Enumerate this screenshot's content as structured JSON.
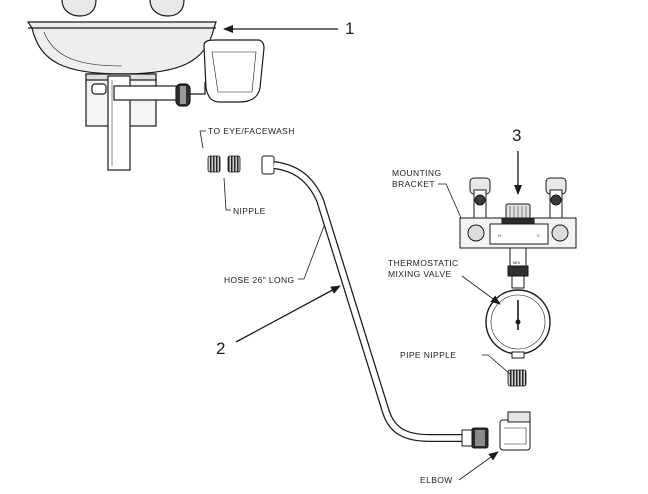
{
  "callouts": {
    "one": "1",
    "two": "2",
    "three": "3"
  },
  "labels": {
    "to_eye_facewash": "TO EYE/FACEWASH",
    "nipple": "NIPPLE",
    "hose": "HOSE 26\" LONG",
    "mounting_bracket_line1": "MOUNTING",
    "mounting_bracket_line2": "BRACKET",
    "mixing_valve_line1": "THERMOSTATIC",
    "mixing_valve_line2": "MIXING VALVE",
    "pipe_nipple": "PIPE NIPPLE",
    "elbow": "ELBOW"
  },
  "valve_marks": {
    "mix": "MIX",
    "hot": "H",
    "cold": "C"
  },
  "colors": {
    "line": "#1a1a1a",
    "bowl_fill": "#eeeeee",
    "dark_fill": "#3a3a3a",
    "light_fill": "#dcdcdc"
  }
}
